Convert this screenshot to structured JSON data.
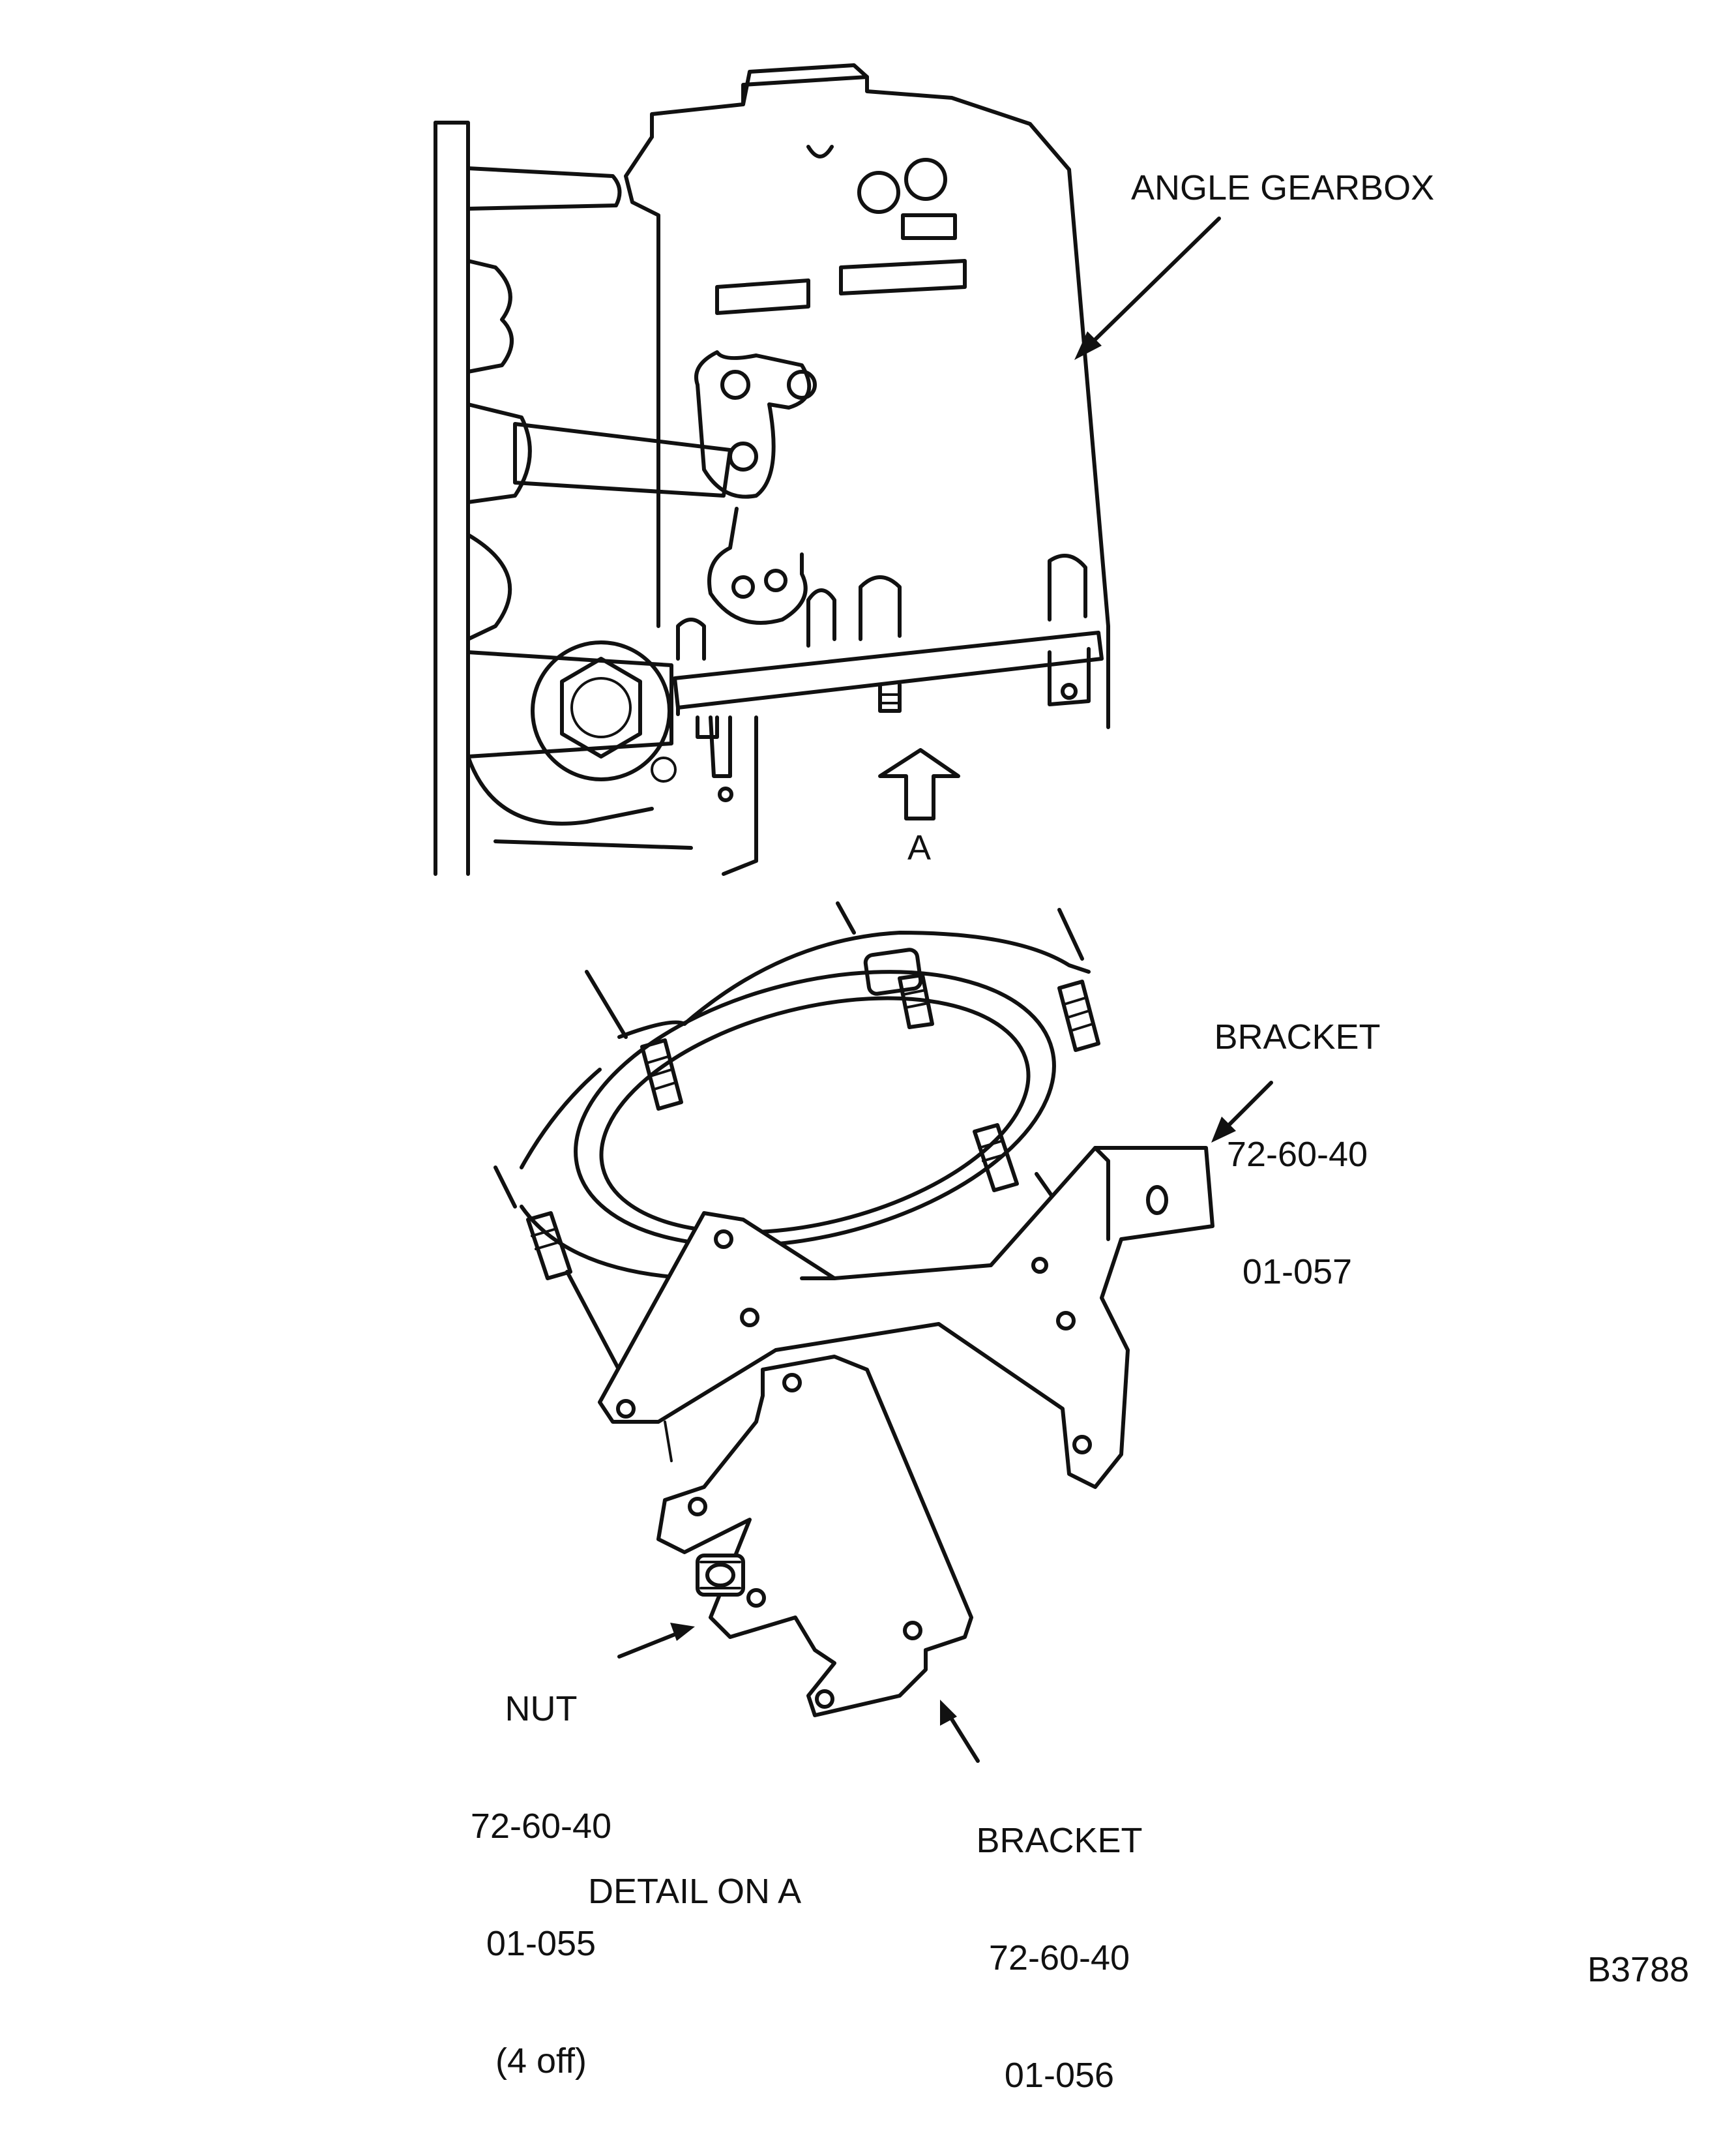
{
  "labels": {
    "angle_gearbox": "ANGLE GEARBOX",
    "view_a": "A",
    "bracket_top_name": "BRACKET",
    "bracket_top_ref1": "72-60-40",
    "bracket_top_ref2": "01-057",
    "nut_name": "NUT",
    "nut_ref1": "72-60-40",
    "nut_ref2": "01-055",
    "nut_qty": "(4 off)",
    "bracket_bottom_name": "BRACKET",
    "bracket_bottom_ref1": "72-60-40",
    "bracket_bottom_ref2": "01-056",
    "detail_caption": "DETAIL ON A",
    "figure_id": "B3788"
  },
  "colors": {
    "ink": "#111111",
    "paper": "#ffffff"
  }
}
